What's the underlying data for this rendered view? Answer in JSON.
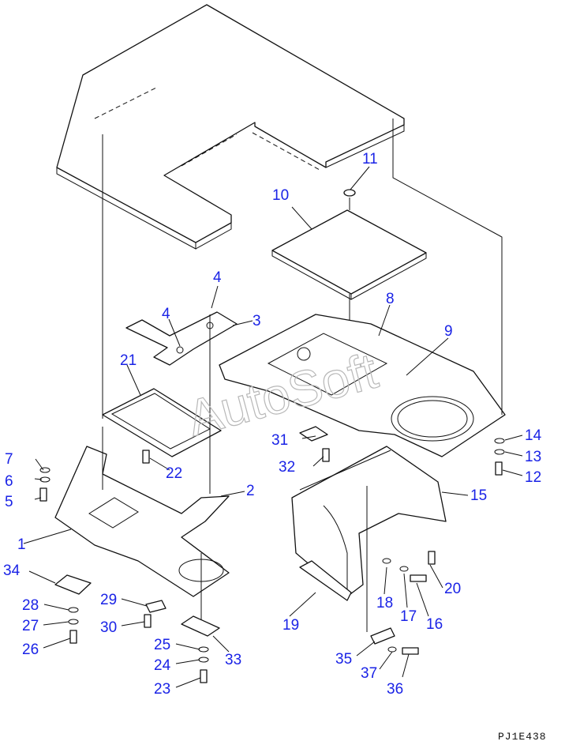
{
  "drawing_code": "PJ1E438",
  "watermark": "AutoSoft",
  "callouts": [
    "1",
    "2",
    "3",
    "4",
    "4",
    "5",
    "6",
    "7",
    "8",
    "9",
    "10",
    "11",
    "12",
    "13",
    "14",
    "15",
    "16",
    "17",
    "18",
    "19",
    "20",
    "21",
    "22",
    "23",
    "24",
    "25",
    "26",
    "27",
    "28",
    "29",
    "30",
    "31",
    "32",
    "33",
    "34",
    "35",
    "36",
    "37"
  ]
}
